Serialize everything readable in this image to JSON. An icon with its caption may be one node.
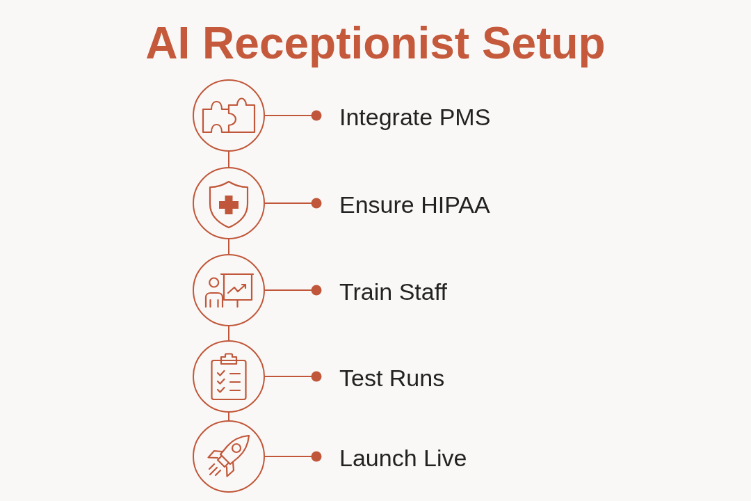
{
  "diagram": {
    "title": "AI Receptionist Setup",
    "nodes": [
      {
        "text": [],
        "shape": "circle"
      },
      {
        "text": [
          "Integrate PMS"
        ]
      },
      {
        "text": [],
        "shape": "circle"
      },
      {
        "text": [
          "Ensure HIPAA"
        ]
      },
      {
        "text": [],
        "shape": "circle"
      },
      {
        "text": [
          "Train Staff"
        ]
      },
      {
        "text": [],
        "shape": "circle"
      },
      {
        "text": [
          "Test Runs"
        ]
      },
      {
        "text": [],
        "shape": "circle"
      },
      {
        "text": [
          "Launch Live"
        ]
      }
    ],
    "edges": [
      {
        "from": 0,
        "to": 1,
        "arrow": "other"
      },
      {
        "from": 0,
        "to": 2,
        "arrow": "none"
      },
      {
        "from": 2,
        "to": 3,
        "arrow": "other"
      },
      {
        "from": 2,
        "to": 4,
        "arrow": "none"
      },
      {
        "from": 4,
        "to": 5,
        "arrow": "other"
      },
      {
        "from": 4,
        "to": 6,
        "arrow": "none"
      },
      {
        "from": 6,
        "to": 7,
        "arrow": "other"
      },
      {
        "from": 6,
        "to": 8,
        "arrow": "none"
      },
      {
        "from": 8,
        "to": 9,
        "arrow": "other"
      }
    ]
  }
}
